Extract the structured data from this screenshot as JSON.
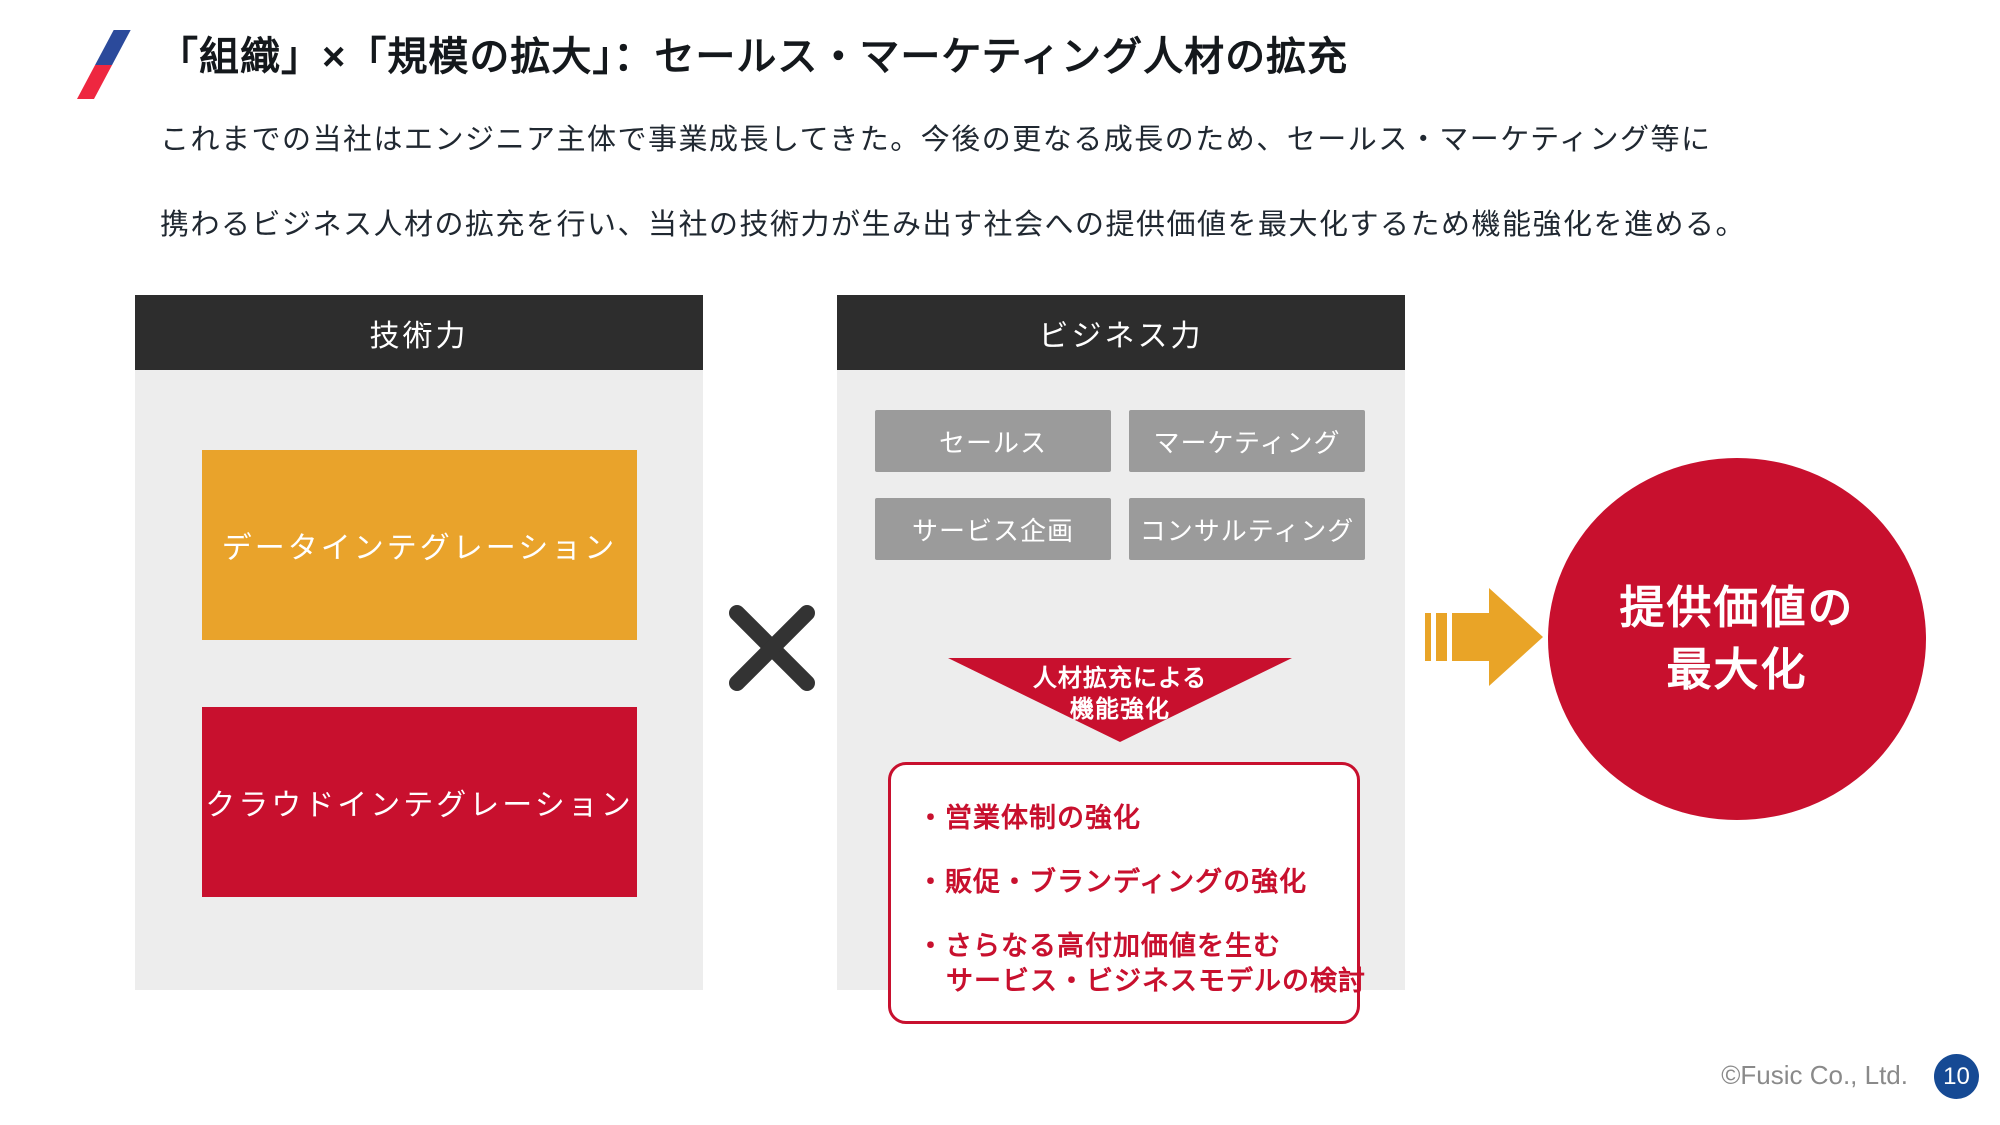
{
  "slide": {
    "title": "「組織」×「規模の拡大」：セールス・マーケティング人材の拡充",
    "intro_line1": "これまでの当社はエンジニア主体で事業成長してきた。今後の更なる成長のため、セールス・マーケティング等に",
    "intro_line2": "携わるビジネス人材の拡充を行い、当社の技術力が生み出す社会への提供価値を最大化するため機能強化を進める。",
    "operator": "×"
  },
  "tech_panel": {
    "header": "技術力",
    "boxes": [
      {
        "label": "データインテグレーション",
        "color": "#E9A32B"
      },
      {
        "label": "クラウドインテグレーション",
        "color": "#C8102E"
      }
    ]
  },
  "business_panel": {
    "header": "ビジネス力",
    "buttons": [
      "セールス",
      "マーケティング",
      "サービス企画",
      "コンサルティング"
    ],
    "triangle_label_line1": "人材拡充による",
    "triangle_label_line2": "機能強化",
    "initiatives": [
      {
        "line1": "・営業体制の強化",
        "line2": ""
      },
      {
        "line1": "・販促・ブランディングの強化",
        "line2": ""
      },
      {
        "line1": "・さらなる高付加価値を生む",
        "line2": "サービス・ビジネスモデルの検討"
      }
    ]
  },
  "result": {
    "circle_line1": "提供価値の",
    "circle_line2": "最大化"
  },
  "footer": {
    "copyright": "©Fusic Co., Ltd.",
    "page_number": "10"
  },
  "colors": {
    "accent_red": "#C8102E",
    "accent_orange": "#E9A32B",
    "arrow_orange": "#E9A427",
    "header_dark": "#2D2D2D",
    "panel_bg": "#EDEDED",
    "button_gray": "#9B9B9B",
    "page_circle_blue": "#164A94",
    "logo_blue": "#2B4A9B",
    "logo_red": "#EE2740",
    "footer_gray": "#8A8A8A",
    "multiply_dark": "#333333"
  }
}
